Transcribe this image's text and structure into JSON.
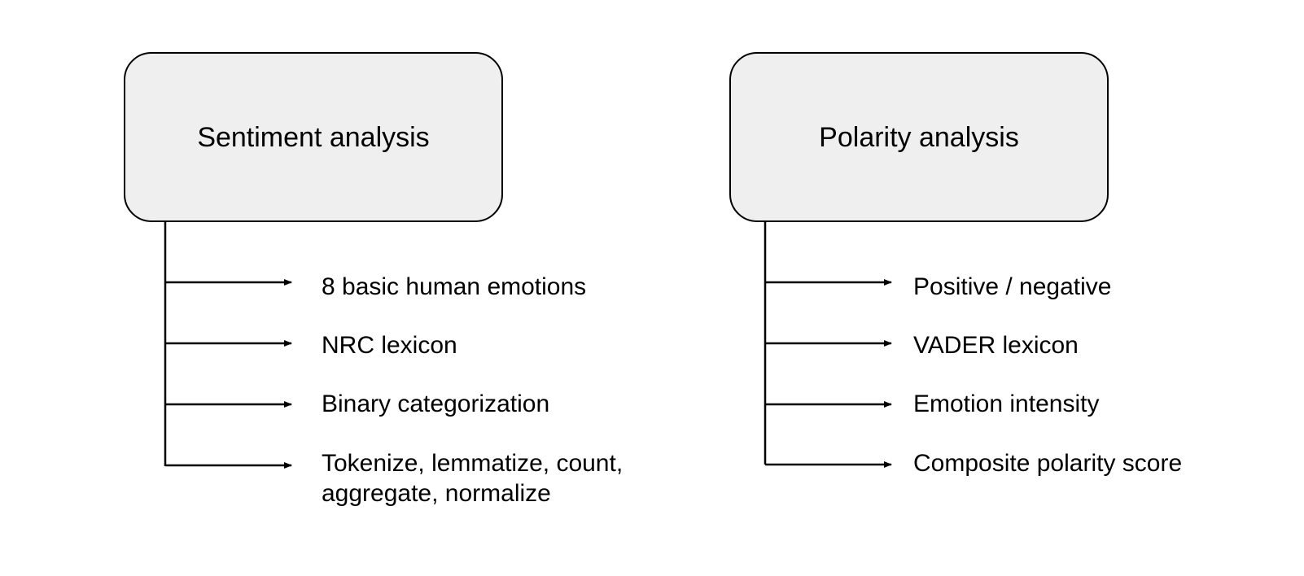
{
  "diagram": {
    "nodes": [
      {
        "title": "Sentiment analysis",
        "items": [
          "8 basic human emotions",
          "NRC lexicon",
          "Binary categorization",
          "Tokenize, lemmatize, count,\naggregate, normalize"
        ]
      },
      {
        "title": "Polarity analysis",
        "items": [
          "Positive / negative",
          "VADER lexicon",
          "Emotion intensity",
          "Composite polarity score"
        ]
      }
    ],
    "colors": {
      "box_fill": "#efefef",
      "stroke": "#000000"
    }
  }
}
